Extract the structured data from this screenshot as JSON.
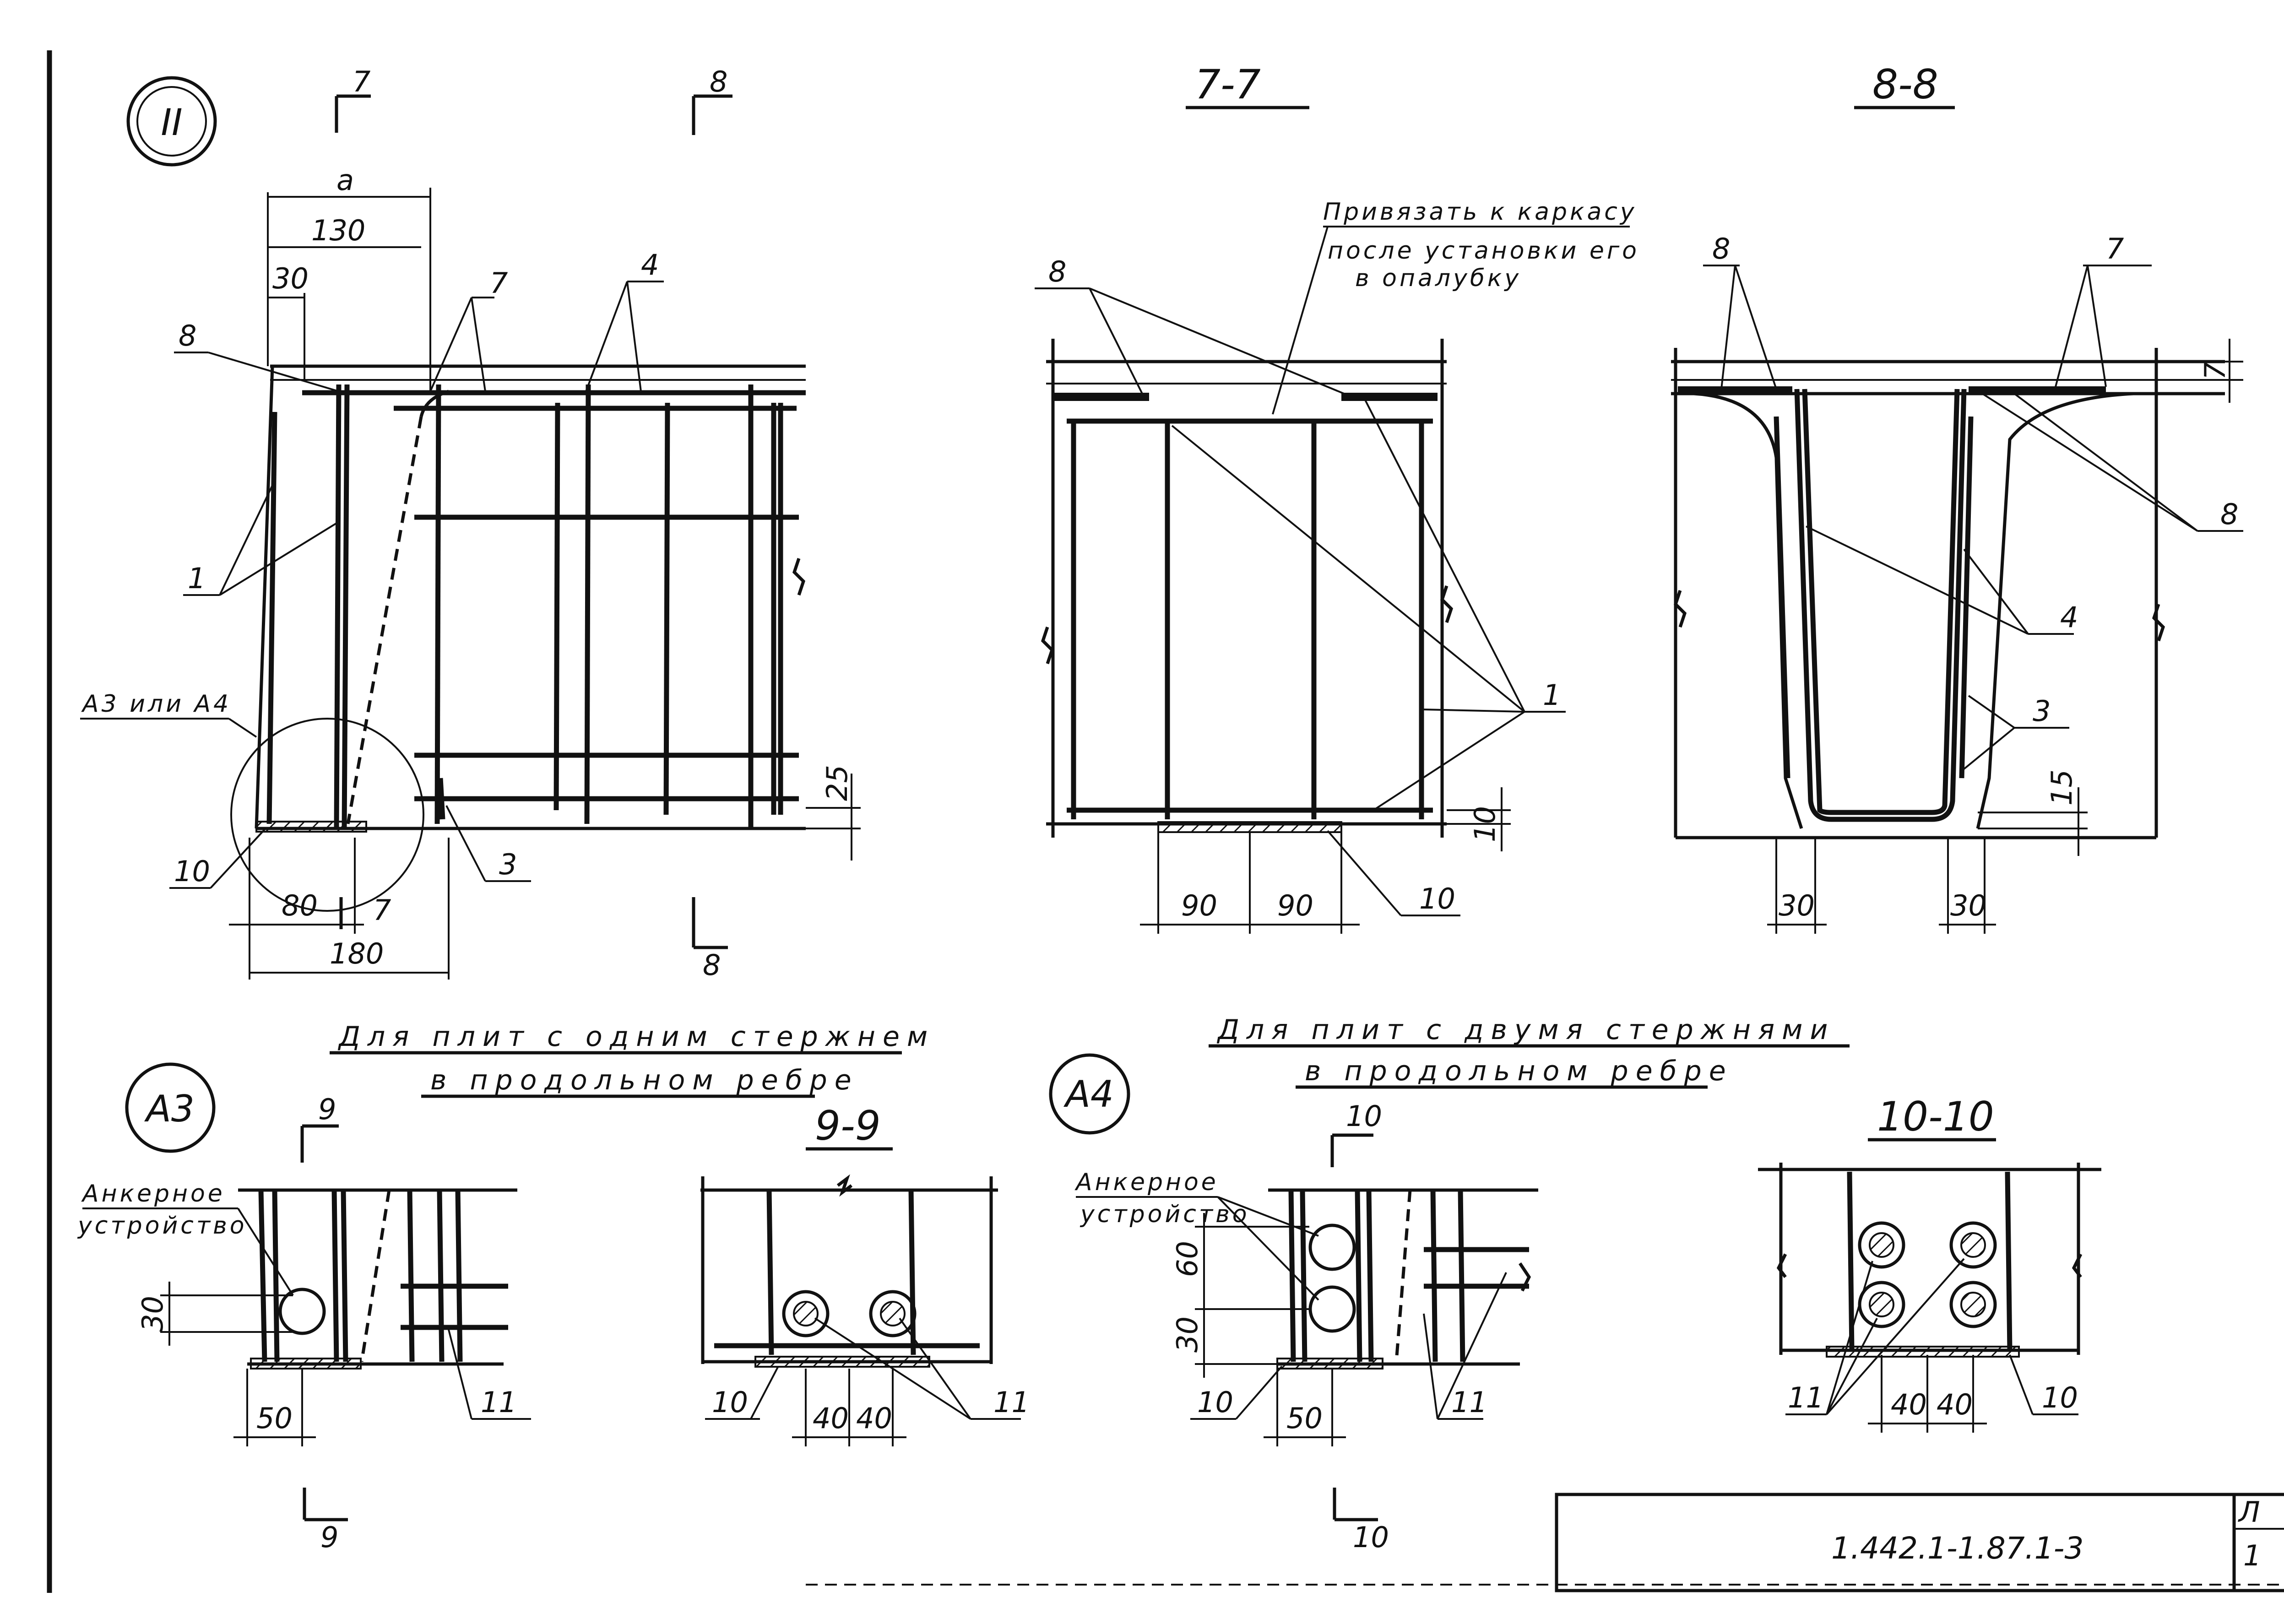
{
  "detail_marks": {
    "main": "II",
    "a3": "А3",
    "a4": "А4"
  },
  "section_titles": {
    "s7": "7-7",
    "s8": "8-8",
    "s9": "9-9",
    "s10": "10-10"
  },
  "cut_marks": {
    "c7_top": "7",
    "c7_bot": "7",
    "c8_top": "8",
    "c8_bot": "8",
    "c9_top": "9",
    "c9_bot": "9",
    "c10_top": "10",
    "c10_bot": "10"
  },
  "notes": {
    "weld_line1": "Привязать к каркасу",
    "weld_line2": "после установки его",
    "weld_line3": "в опалубку",
    "ref_detail": "А3 или А4",
    "anchor_a3_line1": "Анкерное",
    "anchor_a3_line2": "устройство",
    "anchor_a4_line1": "Анкерное",
    "anchor_a4_line2": "устройство"
  },
  "headings": {
    "one_bar_line1": "Для плит с одним стержнем",
    "one_bar_line2": "в продольном ребре",
    "two_bar_line1": "Для плит с двумя стержнями",
    "two_bar_line2": "в продольном ребре"
  },
  "dimensions": {
    "a": "a",
    "d130": "130",
    "d30": "30",
    "d80": "80",
    "d180": "180",
    "d25": "25",
    "d90a": "90",
    "d90b": "90",
    "d10": "10",
    "d7": "7",
    "d15": "15",
    "d30_left": "30",
    "d30_right": "30",
    "a3_d30": "30",
    "a3_d50": "50",
    "s9_d40a": "40",
    "s9_d40b": "40",
    "a4_d60": "60",
    "a4_d30": "30",
    "a4_d50": "50",
    "s10_d40a": "40",
    "s10_d40b": "40"
  },
  "positions": {
    "main_p8": "8",
    "main_p7": "7",
    "main_p4": "4",
    "main_p1": "1",
    "main_p10": "10",
    "main_p3": "3",
    "s7_p8": "8",
    "s7_p1": "1",
    "s7_p10": "10",
    "s8_p8_top": "8",
    "s8_p7": "7",
    "s8_p8_right": "8",
    "s8_p4": "4",
    "s8_p3": "3",
    "a3_p11": "11",
    "s9_p10": "10",
    "s9_p11": "11",
    "a4_p10": "10",
    "a4_p11": "11",
    "s10_p11": "11",
    "s10_p10": "10"
  },
  "title_block": {
    "code": "1.442.1-1.87.1-3",
    "sheet_fragment_top": "Л",
    "sheet_fragment_bot": "1"
  }
}
